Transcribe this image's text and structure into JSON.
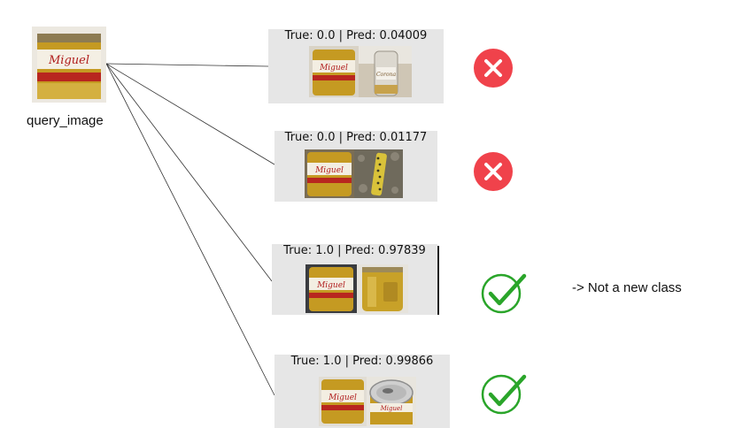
{
  "query": {
    "label": "query_image",
    "icon": "beer-can-image"
  },
  "results": [
    {
      "title": "True: 0.0 | Pred: 0.04009",
      "true_value": 0.0,
      "pred_value": 0.04009,
      "status": "incorrect",
      "status_icon": "cross-circle-icon",
      "pair": [
        "beer-can-image",
        "glass-bottle-image"
      ]
    },
    {
      "title": "True: 0.0 | Pred: 0.01177",
      "true_value": 0.0,
      "pred_value": 0.01177,
      "status": "incorrect",
      "status_icon": "cross-circle-icon",
      "pair": [
        "beer-can-image",
        "patterned-object-image"
      ]
    },
    {
      "title": "True: 1.0 | Pred: 0.97839",
      "true_value": 1.0,
      "pred_value": 0.97839,
      "status": "correct",
      "status_icon": "check-circle-icon",
      "pair": [
        "beer-can-image",
        "beer-can-image"
      ]
    },
    {
      "title": "True: 1.0 | Pred: 0.99866",
      "true_value": 1.0,
      "pred_value": 0.99866,
      "status": "correct",
      "status_icon": "check-circle-icon",
      "pair": [
        "beer-can-image",
        "opened-can-top-image"
      ]
    }
  ],
  "note": "-> Not a new class",
  "colors": {
    "cross": "#f0424b",
    "check": "#2aa52a",
    "panel_bg": "#e6e6e6",
    "can_gold": "#c9a227"
  }
}
